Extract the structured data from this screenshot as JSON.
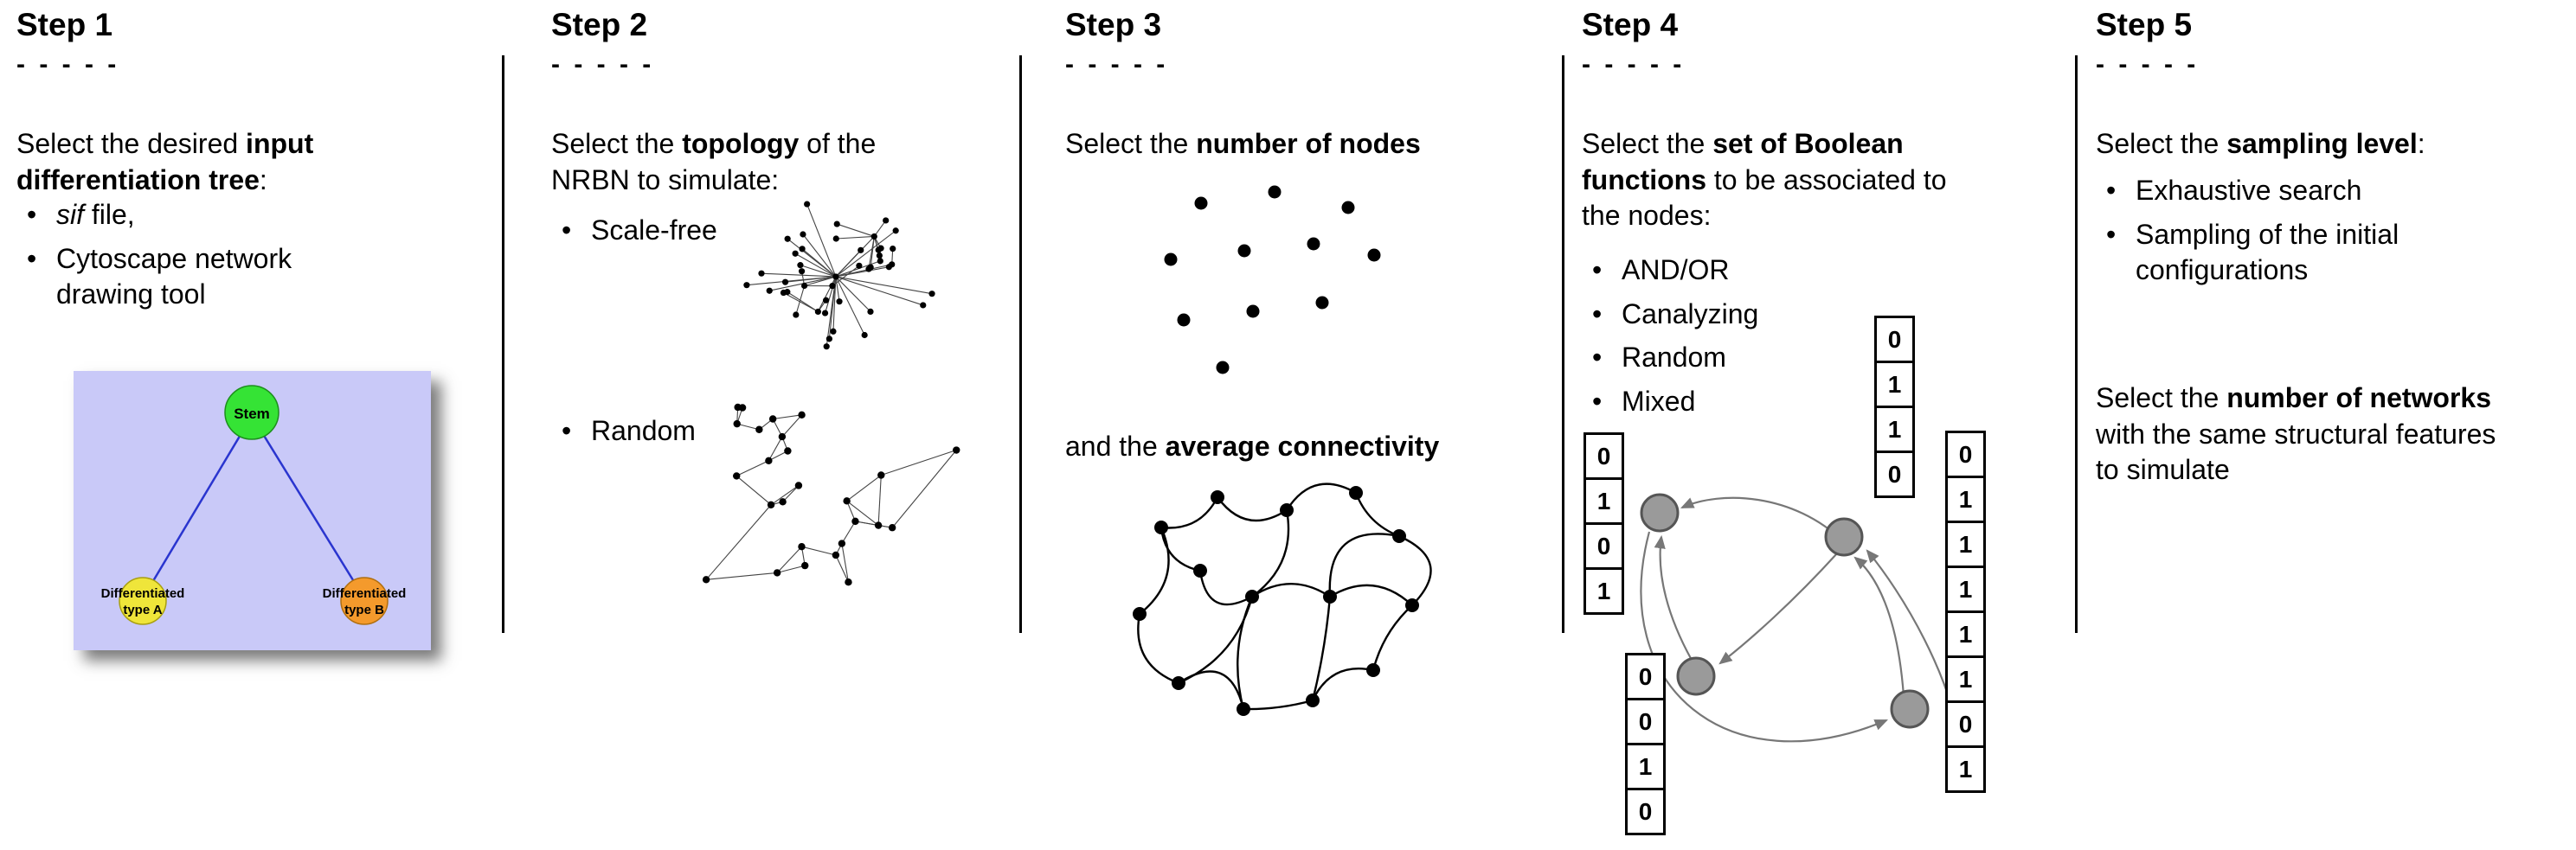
{
  "figure": {
    "bullet": "•"
  },
  "steps": [
    {
      "title": "Step 1",
      "dashes": "- - - - -",
      "intro": {
        "pre": "Select the desired ",
        "bold": "input differentiation tree",
        "post": ":"
      },
      "bullets": [
        {
          "italic": "sif",
          "rest": " file,"
        },
        {
          "text": "Cytoscape network drawing tool"
        }
      ],
      "tree": {
        "root": "Stem",
        "left_line1": "Differentiated",
        "left_line2": "type A",
        "right_line1": "Differentiated",
        "right_line2": "type B",
        "colors": {
          "background": "#c9c9f8",
          "root_fill": "#35e335",
          "left_fill": "#efe53a",
          "right_fill": "#f49a2c",
          "edge": "#2a35cf"
        }
      }
    },
    {
      "title": "Step 2",
      "dashes": "- - - - -",
      "intro": {
        "pre": "Select the ",
        "bold": "topology",
        "post": " of the NRBN to simulate:"
      },
      "bullets": [
        {
          "text": "Scale-free"
        },
        {
          "text": "Random"
        }
      ]
    },
    {
      "title": "Step 3",
      "dashes": "- - - - -",
      "intro": {
        "pre": "Select the ",
        "bold": "number of nodes",
        "post": ""
      },
      "second": {
        "pre": "and the ",
        "bold": "average connectivity",
        "post": ""
      }
    },
    {
      "title": "Step 4",
      "dashes": "- - - - -",
      "intro": {
        "pre": "Select the ",
        "bold": "set of Boolean functions",
        "post": " to be associated to the nodes:"
      },
      "bullets": [
        {
          "text": "AND/OR"
        },
        {
          "text": "Canalyzing"
        },
        {
          "text": "Random"
        },
        {
          "text": "Mixed"
        }
      ],
      "tables": {
        "left": [
          "0",
          "1",
          "0",
          "1"
        ],
        "top": [
          "0",
          "1",
          "1",
          "0"
        ],
        "bottom": [
          "0",
          "0",
          "1",
          "0"
        ],
        "right": [
          "0",
          "1",
          "1",
          "1",
          "1",
          "1",
          "0",
          "1"
        ]
      },
      "diagram": {
        "node_fill": "#9a9a9a",
        "node_stroke": "#555555",
        "arrow": "#777777"
      }
    },
    {
      "title": "Step 5",
      "dashes": "- - - - -",
      "intro": {
        "pre": "Select the ",
        "bold": "sampling level",
        "post": ":"
      },
      "bullets": [
        {
          "text": "Exhaustive search"
        },
        {
          "text": "Sampling of the initial configurations"
        }
      ],
      "second": {
        "pre": "Select the ",
        "bold": "number of networks",
        "post": " with the same structural features to simulate"
      }
    }
  ]
}
